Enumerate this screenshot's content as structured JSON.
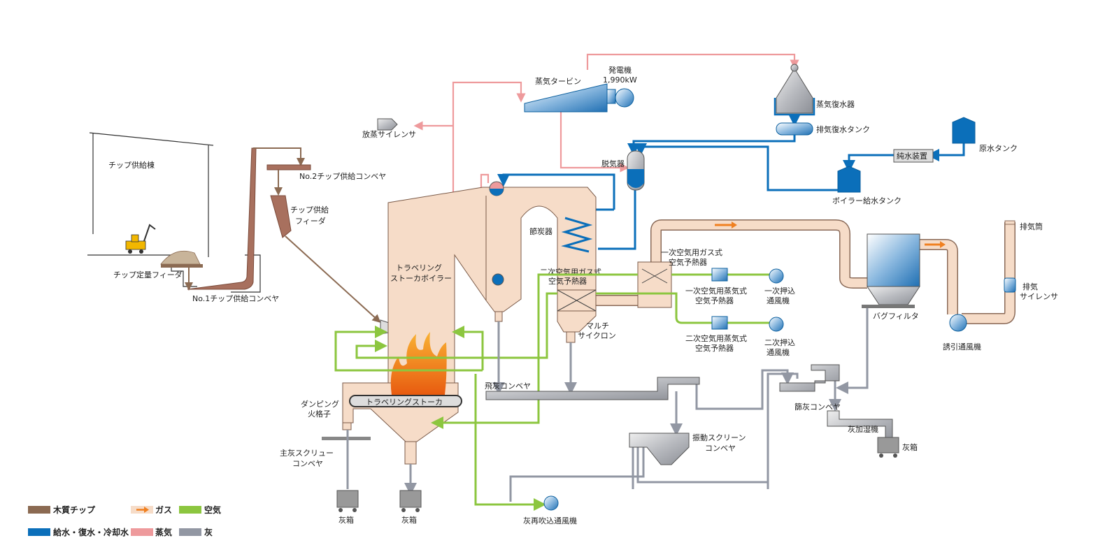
{
  "legend": {
    "wood_chip": "木質チップ",
    "gas": "ガス",
    "air": "空気",
    "water": "給水・復水・冷却水",
    "steam": "蒸気",
    "ash": "灰"
  },
  "colors": {
    "wood_chip": "#8B6A52",
    "gas_fill": "#F6DCC8",
    "gas_arrow": "#F08020",
    "air": "#8CC63F",
    "water": "#0B6FBA",
    "steam": "#EE9A9C",
    "ash": "#9297A3",
    "flame": "#F07820"
  },
  "labels": {
    "chip_building": "チップ供給棟",
    "no2_conveyor": "No.2チップ供給コンベヤ",
    "chip_feeder_1": "チップ供給",
    "chip_feeder_2": "フィーダ",
    "chip_metering_feeder": "チップ定量フィーダ",
    "no1_conveyor": "No.1チップ供給コンベヤ",
    "boiler_1": "トラベリング",
    "boiler_2": "ストーカボイラー",
    "steam_silencer": "放蒸サイレンサ",
    "steam_turbine": "蒸気タービン",
    "generator_1": "発電機",
    "generator_2": "1,990kW",
    "condenser": "蒸気復水器",
    "condensate_tank": "排気復水タンク",
    "deaerator": "脱気器",
    "raw_water_tank": "原水タンク",
    "pure_water_unit": "純水装置",
    "boiler_feed_tank": "ボイラー給水タンク",
    "economizer": "節炭器",
    "primary_gas_aph_1": "一次空気用ガス式",
    "primary_gas_aph_2": "空気予熱器",
    "secondary_gas_aph_1": "二次空気用ガス式",
    "secondary_gas_aph_2": "空気予熱器",
    "primary_steam_aph_1": "一次空気用蒸気式",
    "primary_steam_aph_2": "空気予熱器",
    "primary_fan_1": "一次押込",
    "primary_fan_2": "通風機",
    "multicyclone_1": "マルチ",
    "multicyclone_2": "サイクロン",
    "secondary_steam_aph_1": "二次空気用蒸気式",
    "secondary_steam_aph_2": "空気予熱器",
    "secondary_fan_1": "二次押込",
    "secondary_fan_2": "通風機",
    "bag_filter": "バグフィルタ",
    "induced_fan": "誘引通風機",
    "stack": "排気筒",
    "exhaust_silencer_1": "排気",
    "exhaust_silencer_2": "サイレンサ",
    "fly_ash_conveyor": "飛灰コンベヤ",
    "sieved_ash_conveyor": "篩灰コンベヤ",
    "ash_humidifier": "灰加湿機",
    "ash_box": "灰箱",
    "dumping_grate_1": "ダンピング",
    "dumping_grate_2": "火格子",
    "main_ash_screw_1": "主灰スクリュー",
    "main_ash_screw_2": "コンベヤ",
    "traveling_stoker": "トラベリングストーカ",
    "vibrating_screen_1": "振動スクリーン",
    "vibrating_screen_2": "コンベヤ",
    "ash_reinjection_fan": "灰再吹込通風機"
  }
}
